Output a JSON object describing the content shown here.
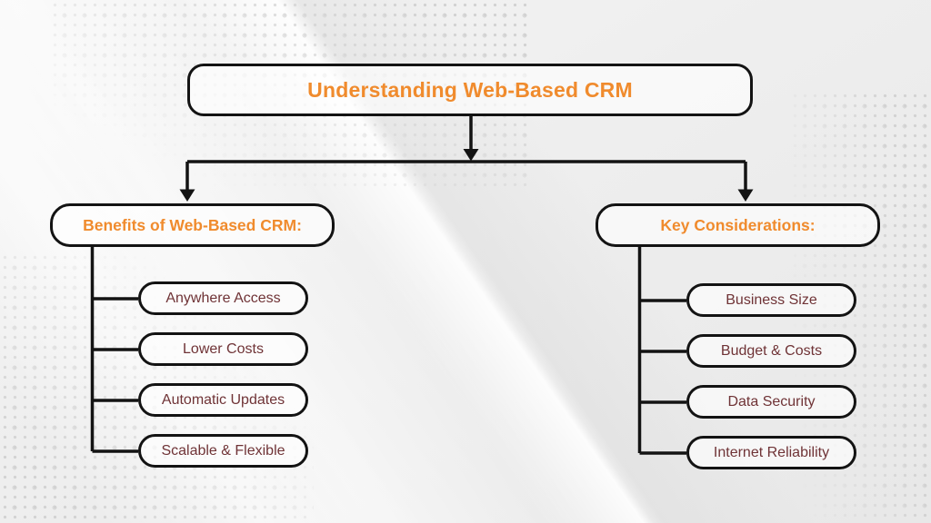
{
  "diagram": {
    "type": "flowchart",
    "title": "Understanding Web-Based CRM",
    "branches": [
      {
        "label": "Benefits of Web-Based CRM:",
        "items": [
          "Anywhere Access",
          "Lower Costs",
          "Automatic Updates",
          "Scalable & Flexible"
        ]
      },
      {
        "label": "Key Considerations:",
        "items": [
          "Business Size",
          "Budget & Costs",
          "Data Security",
          "Internet Reliability"
        ]
      }
    ]
  },
  "colors": {
    "heading_text": "#F08B2D",
    "item_text": "#6F3336",
    "line_and_border": "#131313",
    "node_fill": "rgba(255,255,255,0.62)",
    "background": "#EDEDED",
    "halftone_dot": "#D2D2D2"
  }
}
